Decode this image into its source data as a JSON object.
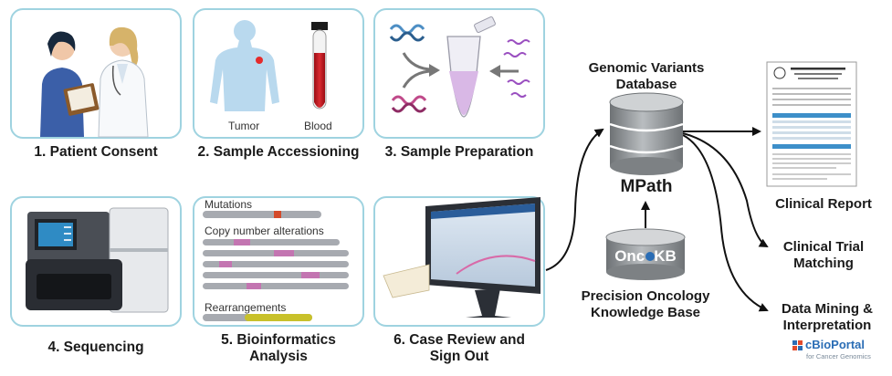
{
  "steps": {
    "s1": "1. Patient Consent",
    "s2": "2. Sample Accessioning",
    "s3": "3. Sample Preparation",
    "s4": "4. Sequencing",
    "s5_line1": "5. Bioinformatics",
    "s5_line2": "Analysis",
    "s6_line1": "6. Case Review and",
    "s6_line2": "Sign Out"
  },
  "accession": {
    "tumor": "Tumor",
    "blood": "Blood"
  },
  "bioinformatics": {
    "mutations": "Mutations",
    "cna": "Copy number alterations",
    "rearrangements": "Rearrangements"
  },
  "database": {
    "title_line1": "Genomic Variants",
    "title_line2": "Database",
    "name": "MPath"
  },
  "oncokb": {
    "logo_part1": "Onc",
    "logo_part2": "KB",
    "caption_line1": "Precision Oncology",
    "caption_line2": "Knowledge Base"
  },
  "outputs": {
    "clinical_report": "Clinical Report",
    "trial_line1": "Clinical Trial",
    "trial_line2": "Matching",
    "mining_line1": "Data Mining &",
    "mining_line2": "Interpretation"
  },
  "cbioportal": {
    "name": "cBioPortal",
    "tagline": "for Cancer Genomics"
  },
  "colors": {
    "panel_border": "#9fd3e0",
    "db_gray": "#8f9396",
    "blood_red": "#c0141c",
    "accent_blue": "#2a6db5"
  }
}
